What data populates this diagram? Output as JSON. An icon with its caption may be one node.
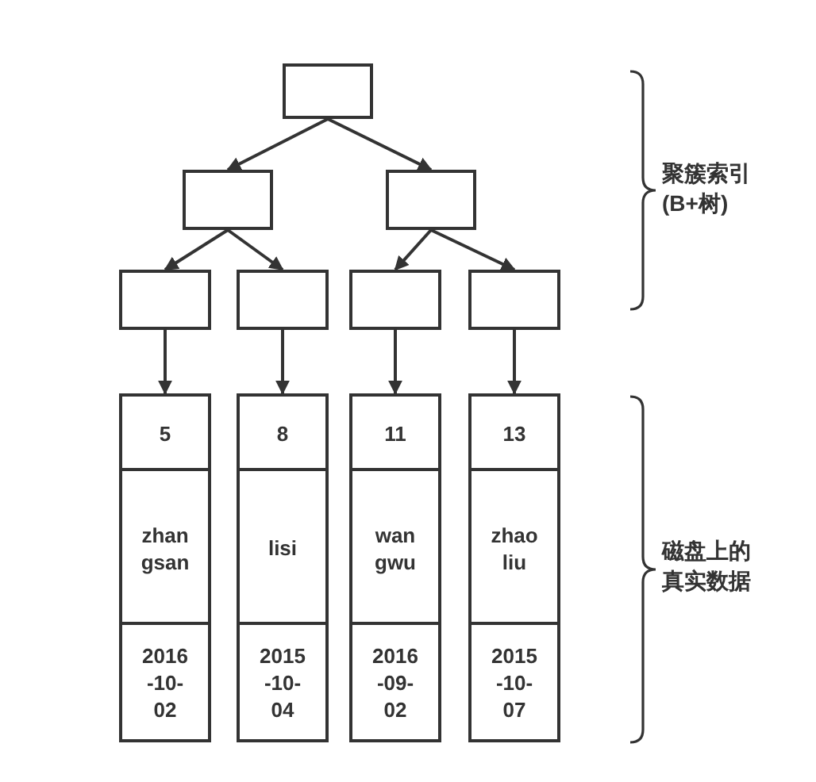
{
  "diagram": {
    "nodes": [
      {
        "text": [],
        "shape": "box"
      },
      {
        "text": [],
        "shape": "box"
      },
      {
        "text": [],
        "shape": "box"
      },
      {
        "text": [],
        "shape": "box"
      },
      {
        "text": [],
        "shape": "box"
      },
      {
        "text": [],
        "shape": "box"
      },
      {
        "text": [],
        "shape": "box"
      },
      {
        "text": [
          "5"
        ]
      },
      {
        "text": [
          "zhan gsan"
        ]
      },
      {
        "text": [
          "2016 -10- 02"
        ]
      },
      {
        "text": [
          "8"
        ]
      },
      {
        "text": [
          "lisi"
        ]
      },
      {
        "text": [
          "2015 -10- 04"
        ]
      },
      {
        "text": [
          "11"
        ]
      },
      {
        "text": [
          "wan gwu"
        ]
      },
      {
        "text": [
          "2016 -09- 02"
        ]
      },
      {
        "text": [
          "13"
        ]
      },
      {
        "text": [
          "zhao liu"
        ]
      },
      {
        "text": [
          "2015 -10- 07"
        ]
      }
    ],
    "edges": [
      {
        "from": 0,
        "to": 1,
        "arrow": "to"
      },
      {
        "from": 0,
        "to": 2,
        "arrow": "to"
      },
      {
        "from": 1,
        "to": 3,
        "arrow": "to"
      },
      {
        "from": 1,
        "to": 4,
        "arrow": "to"
      },
      {
        "from": 2,
        "to": 5,
        "arrow": "to"
      },
      {
        "from": 2,
        "to": 6,
        "arrow": "to"
      },
      {
        "from": 3,
        "to": 7,
        "arrow": "to"
      },
      {
        "from": 4,
        "to": 10,
        "arrow": "to"
      },
      {
        "from": 5,
        "to": 13,
        "arrow": "to"
      },
      {
        "from": 6,
        "to": 16,
        "arrow": "to"
      }
    ],
    "labels": [
      "聚簇索引(B+树)",
      "磁盘上的真实数据"
    ]
  }
}
